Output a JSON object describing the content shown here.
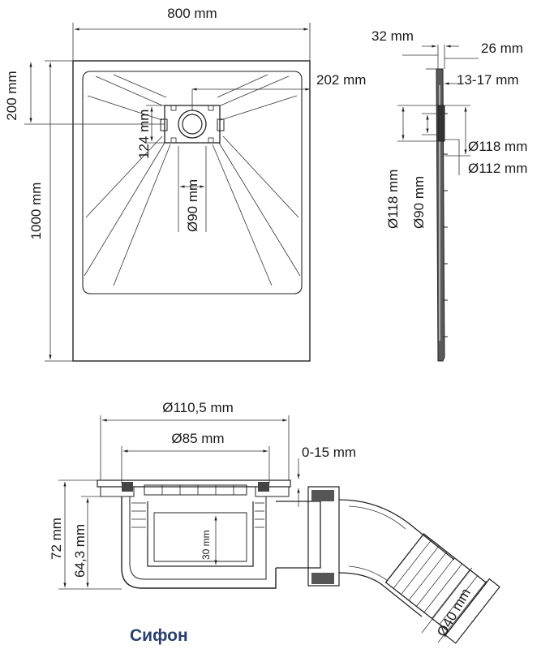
{
  "tray": {
    "width_label": "800 mm",
    "length_label": "1000 mm",
    "drain_offset_label": "200 mm",
    "drain_lateral_label": "202 mm",
    "drain_box_label": "124 mm",
    "drain_hole_label": "Ø90 mm"
  },
  "profile": {
    "thickness_label": "32 mm",
    "edge_label": "26 mm",
    "slope_label": "13-17 mm",
    "outer_dia_label": "Ø118 mm",
    "inner_dia_label": "Ø112 mm",
    "left_outer_label": "Ø118 mm",
    "left_inner_label": "Ø90 mm"
  },
  "siphon": {
    "top_dia_label": "Ø110,5 mm",
    "inner_dia_label": "Ø85 mm",
    "adjust_label": "0-15 mm",
    "height_label": "72 mm",
    "inner_height_label": "64,3 mm",
    "seal_label": "30 mm",
    "outlet_label": "Ø40 mm",
    "caption": "Сифон"
  }
}
